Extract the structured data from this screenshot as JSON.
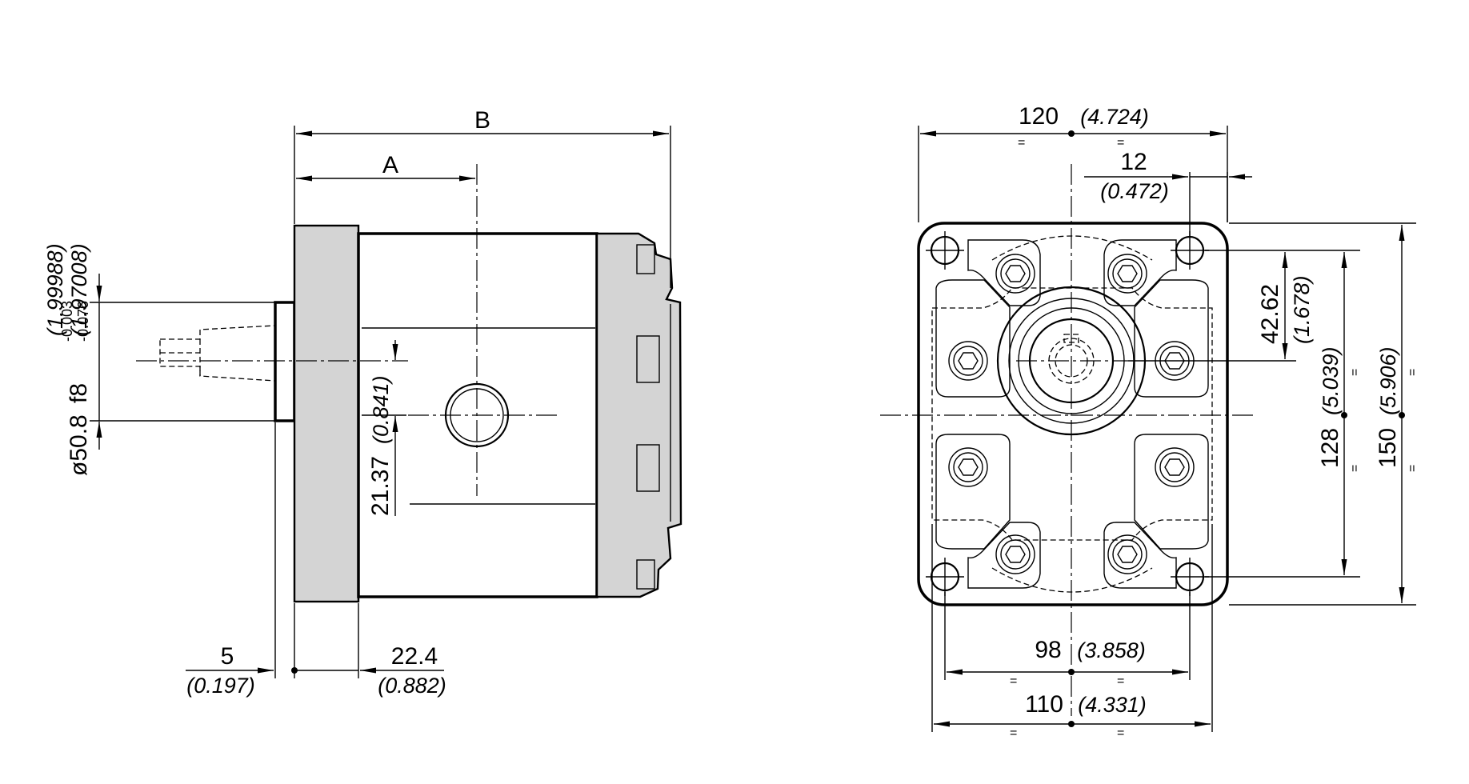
{
  "side_view": {
    "dim_B": "B",
    "dim_A": "A",
    "shaft_diameter": "ø50.8",
    "shaft_fit": "f8",
    "tol_upper": "-0.003",
    "tol_lower": "-0.076",
    "inch_upper": "(1.99988)",
    "inch_lower": "(1.97008)",
    "port_offset": "21.37",
    "port_offset_in": "(0.841)",
    "pilot_length": "5",
    "pilot_length_in": "(0.197)",
    "flange_thickness": "22.4",
    "flange_thickness_in": "(0.882)"
  },
  "front_view": {
    "width": "120",
    "width_in": "(4.724)",
    "hole_offset": "12",
    "hole_offset_in": "(0.472)",
    "shaft_offset": "42.62",
    "shaft_offset_in": "(1.678)",
    "hole_pitch_v": "128",
    "hole_pitch_v_in": "(5.039)",
    "height": "150",
    "height_in": "(5.906)",
    "hole_pitch_h": "98",
    "hole_pitch_h_in": "(3.858)",
    "body_width": "110",
    "body_width_in": "(4.331)",
    "sym_mark": "="
  }
}
